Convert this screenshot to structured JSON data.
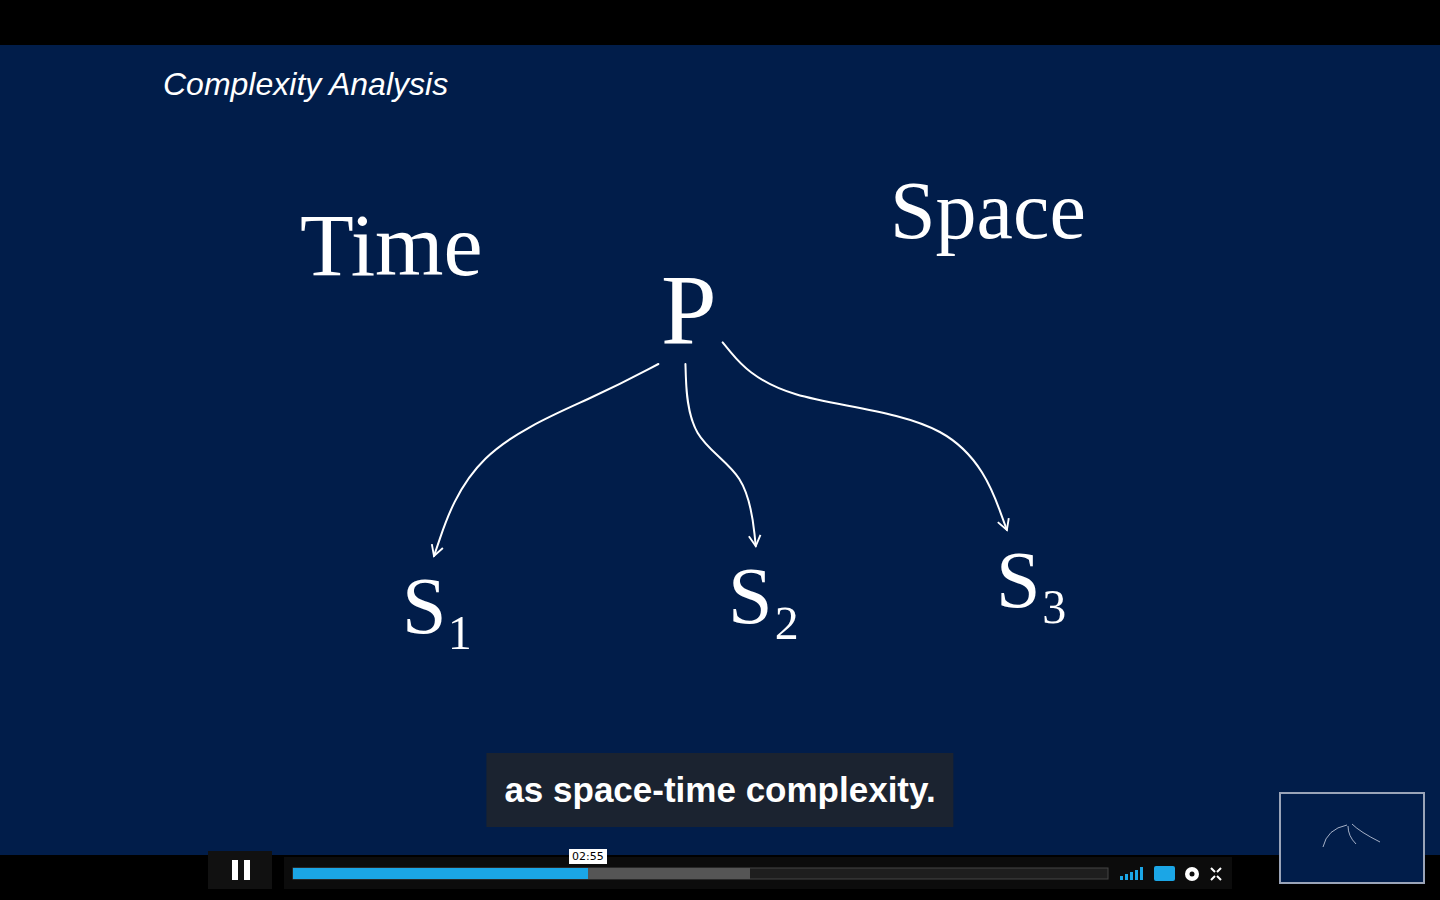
{
  "diagram": {
    "title": "Complexity Analysis",
    "caption": "as space-time complexity.",
    "nodes": [
      {
        "text": [
          "P"
        ]
      },
      {
        "text": [
          "S₁"
        ]
      },
      {
        "text": [
          "S₂"
        ]
      },
      {
        "text": [
          "S₃"
        ]
      }
    ],
    "edges": [
      {
        "from": 0,
        "to": 1,
        "arrow": "to"
      },
      {
        "from": 0,
        "to": 2,
        "arrow": "to"
      },
      {
        "from": 0,
        "to": 3,
        "arrow": "to"
      }
    ],
    "labels": [
      "Time",
      "Space",
      "02:55"
    ]
  }
}
